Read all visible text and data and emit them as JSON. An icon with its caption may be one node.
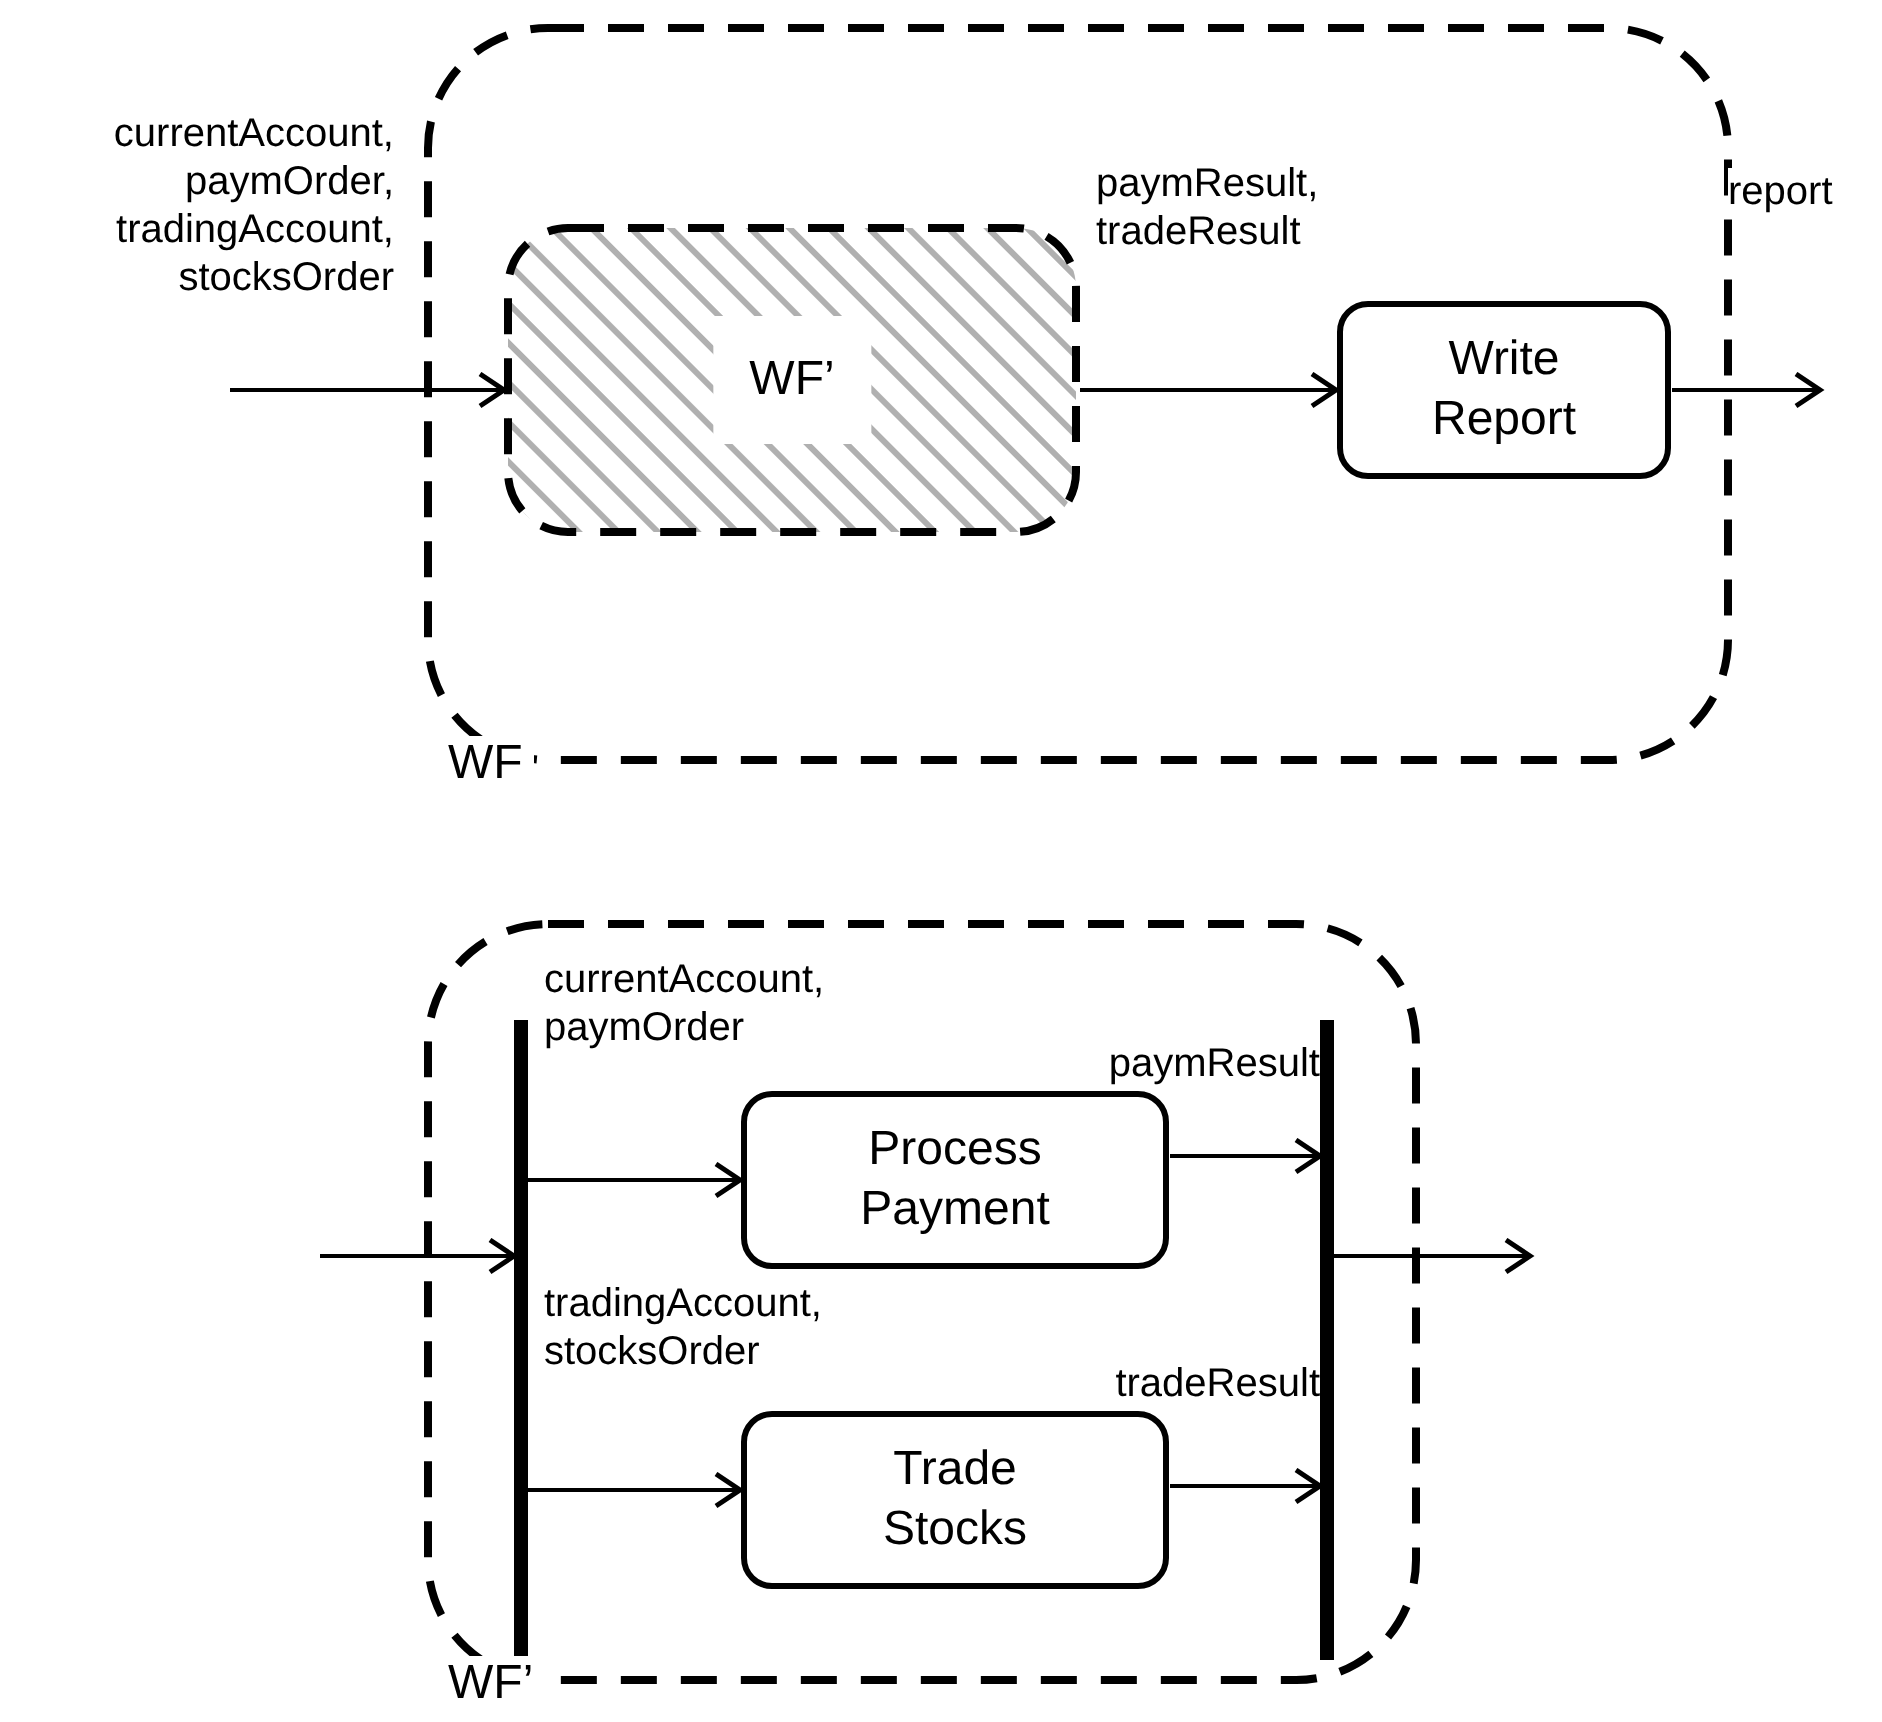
{
  "diagram": {
    "nodes": [
      {
        "text": [
          "WF"
        ]
      },
      {
        "text": [
          "WF’"
        ],
        "in": 0
      },
      {
        "text": [
          "Write Report"
        ],
        "in": 0
      },
      {
        "text": [
          "WF’"
        ]
      },
      {
        "text": [],
        "shape": "bar",
        "in": 3
      },
      {
        "text": [
          "Process Payment"
        ],
        "in": 3
      },
      {
        "text": [
          "Trade Stocks"
        ],
        "in": 3
      },
      {
        "text": [],
        "shape": "bar",
        "in": 3
      }
    ],
    "edges": [
      {
        "from": null,
        "to": 1,
        "arrow": "to",
        "label": "currentAccount, paymOrder, tradingAccount, stocksOrder"
      },
      {
        "from": 1,
        "to": 2,
        "arrow": "to",
        "label": "paymResult, tradeResult"
      },
      {
        "from": 2,
        "to": null,
        "arrow": "to",
        "label": "report"
      },
      {
        "from": null,
        "to": 4,
        "arrow": "to"
      },
      {
        "from": 4,
        "to": 5,
        "arrow": "to",
        "label": "currentAccount, paymOrder"
      },
      {
        "from": 4,
        "to": 6,
        "arrow": "to",
        "label": "tradingAccount, stocksOrder"
      },
      {
        "from": 5,
        "to": 7,
        "arrow": "to",
        "label": "paymResult"
      },
      {
        "from": 6,
        "to": 7,
        "arrow": "to",
        "label": "tradeResult"
      },
      {
        "from": 7,
        "to": null,
        "arrow": "to"
      }
    ]
  }
}
